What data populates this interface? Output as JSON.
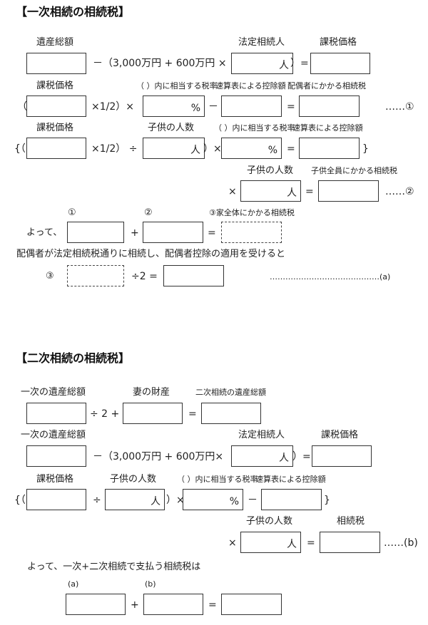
{
  "section1": {
    "title": "【一次相続の相続税】",
    "row1": {
      "label_estate": "遺産総額",
      "label_heirs": "法定相続人",
      "label_taxable": "課税価格",
      "op_deduction": "－（3,000万円 + 600万円 ×",
      "unit_person": "人",
      "op_close_eq": "）="
    },
    "row2": {
      "label_taxable": "課税価格",
      "label_rate": "（ ）内に相当する税率",
      "label_quick": "速算表による控除額",
      "label_spouse_tax": "配偶者にかかる相続税",
      "open": "（",
      "op_half": "×1/2）×",
      "unit_percent": "%",
      "op_minus": "－",
      "op_eq": "=",
      "result_mark": "……①"
    },
    "row3": {
      "label_taxable": "課税価格",
      "label_children": "子供の人数",
      "label_rate": "（ ）内に相当する税率",
      "label_quick": "速算表による控除額",
      "open": "{（",
      "op_half_div": "×1/2） ÷",
      "unit_person": "人",
      "op_close_times": "）×",
      "unit_percent": "%",
      "op_eq": "=",
      "close_brace": "}"
    },
    "row4": {
      "label_children": "子供の人数",
      "label_children_tax": "子供全員にかかる相続税",
      "op_times": "×",
      "unit_person": "人",
      "op_eq": "=",
      "result_mark": "……②"
    },
    "row5": {
      "mark1": "①",
      "mark2": "②",
      "label_family_tax": "③家全体にかかる相続税",
      "intro": "よって、",
      "op_plus": "+",
      "op_eq": "="
    },
    "row6": {
      "note": "配偶者が法定相続税通りに相続し、配偶者控除の適用を受けると",
      "mark3": "③",
      "op_div_eq": "÷2 =",
      "result_mark": "……………………………………(a)"
    }
  },
  "section2": {
    "title": "【二次相続の相続税】",
    "row1": {
      "label_first_estate": "一次の遺産総額",
      "label_wife_assets": "妻の財産",
      "label_second_estate": "二次相続の遺産総額",
      "op_div_plus": "÷ 2 +",
      "op_eq": "="
    },
    "row2": {
      "label_first_estate": "一次の遺産総額",
      "label_heirs": "法定相続人",
      "label_taxable": "課税価格",
      "op_deduction": "－（3,000万円 + 600万円×",
      "unit_person": "人",
      "op_close_eq": "）="
    },
    "row3": {
      "label_taxable": "課税価格",
      "label_children": "子供の人数",
      "label_rate": "（ ）内に相当する税率",
      "label_quick": "速算表による控除額",
      "open": "{（",
      "op_div": "÷",
      "unit_person": "人",
      "op_close_times": "）×",
      "unit_percent": "%",
      "op_minus": "－",
      "close_brace": "}"
    },
    "row4": {
      "label_children": "子供の人数",
      "label_tax": "相続税",
      "op_times": "×",
      "unit_person": "人",
      "op_eq": "=",
      "result_mark": "……(b)"
    },
    "row5": {
      "summary": "よって、一次+二次相続で支払う相続税は",
      "mark_a": "(a)",
      "mark_b": "(b)",
      "op_plus": "+",
      "op_eq": "="
    }
  }
}
